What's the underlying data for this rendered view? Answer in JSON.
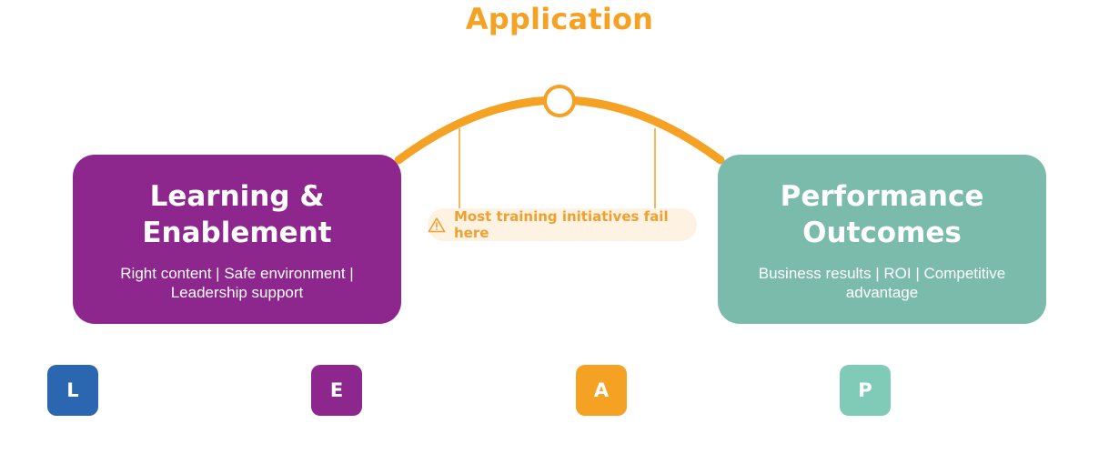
{
  "title": "Application",
  "left_box": {
    "heading_line1": "Learning &",
    "heading_line2": "Enablement",
    "description": "Right content | Safe environment | Leadership support"
  },
  "right_box": {
    "heading_line1": "Performance",
    "heading_line2": "Outcomes",
    "description": "Business results | ROI | Competitive advantage"
  },
  "warning": {
    "icon": "warning-triangle-icon",
    "text": "Most training initiatives fail here"
  },
  "letters": [
    {
      "label": "L",
      "color": "#2b67b1"
    },
    {
      "label": "E",
      "color": "#8e278d"
    },
    {
      "label": "A",
      "color": "#f5a123"
    },
    {
      "label": "P",
      "color": "#80cbb7"
    }
  ],
  "colors": {
    "accent": "#f5a123",
    "learning": "#8e278d",
    "performance": "#7bbbab",
    "warning_bg": "#fef3e2"
  }
}
